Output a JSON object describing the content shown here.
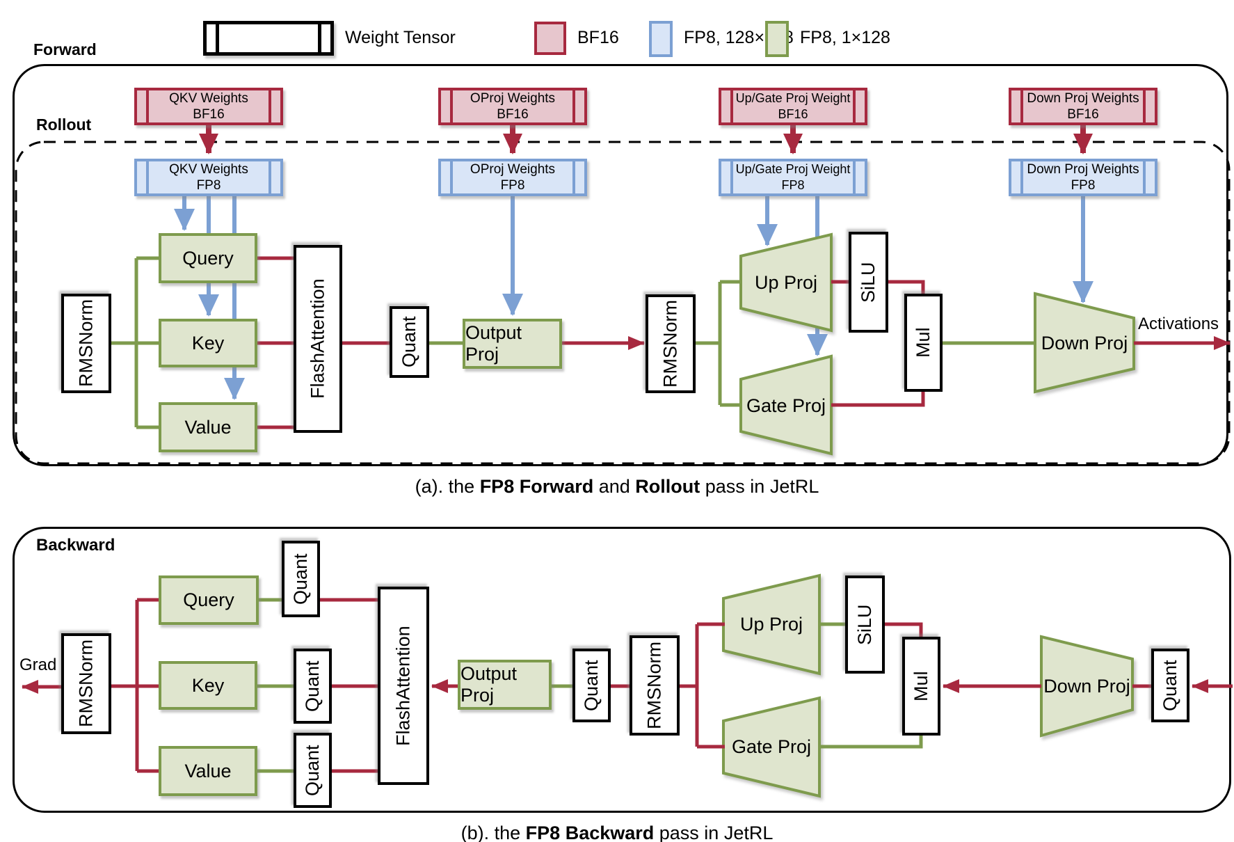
{
  "legend": {
    "forward_label": "Forward",
    "weight_tensor": "Weight Tensor",
    "bf16": "BF16",
    "fp8_128": "FP8, 128×128",
    "fp8_1": "FP8, 1×128"
  },
  "colors": {
    "crimson": "#A7293F",
    "pink_fill": "#E7C6CD",
    "blue": "#7CA0D3",
    "blue_fill": "#D9E5F7",
    "olive": "#7E9B4D",
    "green_fill": "#DFE5CE"
  },
  "forward": {
    "rollout_label": "Rollout",
    "weights": [
      {
        "name": "QKV Weights",
        "bf16": "BF16",
        "fp8": "FP8"
      },
      {
        "name": "OProj Weights",
        "bf16": "BF16",
        "fp8": "FP8"
      },
      {
        "name": "Up/Gate Proj Weight",
        "bf16": "BF16",
        "fp8": "FP8"
      },
      {
        "name": "Down Proj Weights",
        "bf16": "BF16",
        "fp8": "FP8"
      }
    ],
    "rmsnorm1": "RMSNorm",
    "query": "Query",
    "key": "Key",
    "value": "Value",
    "flash": "FlashAttention",
    "quant": "Quant",
    "output_proj": "Output Proj",
    "rmsnorm2": "RMSNorm",
    "up_proj": "Up Proj",
    "silu": "SiLU",
    "gate_proj": "Gate Proj",
    "mul": "Mul",
    "down_proj": "Down Proj",
    "activations": "Activations"
  },
  "caption_a": {
    "p1": "(a). the ",
    "b1": "FP8 Forward",
    "p2": " and ",
    "b2": "Rollout",
    "p3": " pass in JetRL"
  },
  "backward": {
    "label": "Backward",
    "grad": "Grad",
    "rmsnorm1": "RMSNorm",
    "query": "Query",
    "key": "Key",
    "value": "Value",
    "quant_q": "Quant",
    "quant_k": "Quant",
    "quant_v": "Quant",
    "flash": "FlashAttention",
    "output_proj": "Output Proj",
    "quant_mid": "Quant",
    "rmsnorm2": "RMSNorm",
    "up_proj": "Up Proj",
    "silu": "SiLU",
    "gate_proj": "Gate Proj",
    "mul": "Mul",
    "down_proj": "Down Proj",
    "quant_r": "Quant"
  },
  "caption_b": {
    "p1": "(b). the ",
    "b1": "FP8 Backward",
    "p2": " pass in JetRL"
  }
}
